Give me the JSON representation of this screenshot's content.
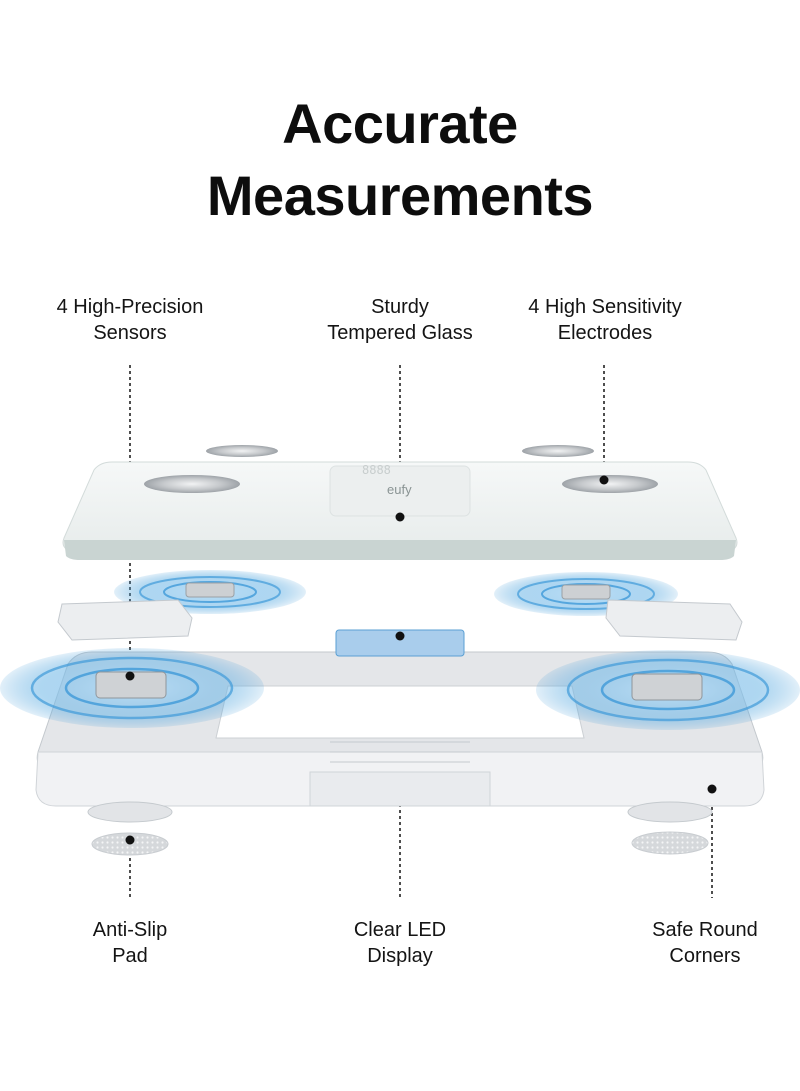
{
  "title": {
    "line1": "Accurate",
    "line2": "Measurements"
  },
  "brand_text": "eufy",
  "callouts": {
    "sensors": {
      "line1": "4 High-Precision",
      "line2": "Sensors"
    },
    "glass": {
      "line1": "Sturdy",
      "line2": "Tempered Glass"
    },
    "electrodes": {
      "line1": "4 High Sensitivity",
      "line2": "Electrodes"
    },
    "pad": {
      "line1": "Anti-Slip",
      "line2": "Pad"
    },
    "display": {
      "line1": "Clear LED",
      "line2": "Display"
    },
    "corners": {
      "line1": "Safe Round",
      "line2": "Corners"
    }
  },
  "colors": {
    "glass": "#eef2f2",
    "glass_edge": "#c9d4d2",
    "frame": "#e6e8ea",
    "frame_shadow": "#b9bec3",
    "sensor_wave": "#3f9ad8",
    "electrode": "#bfc3c7",
    "text": "#111111"
  }
}
